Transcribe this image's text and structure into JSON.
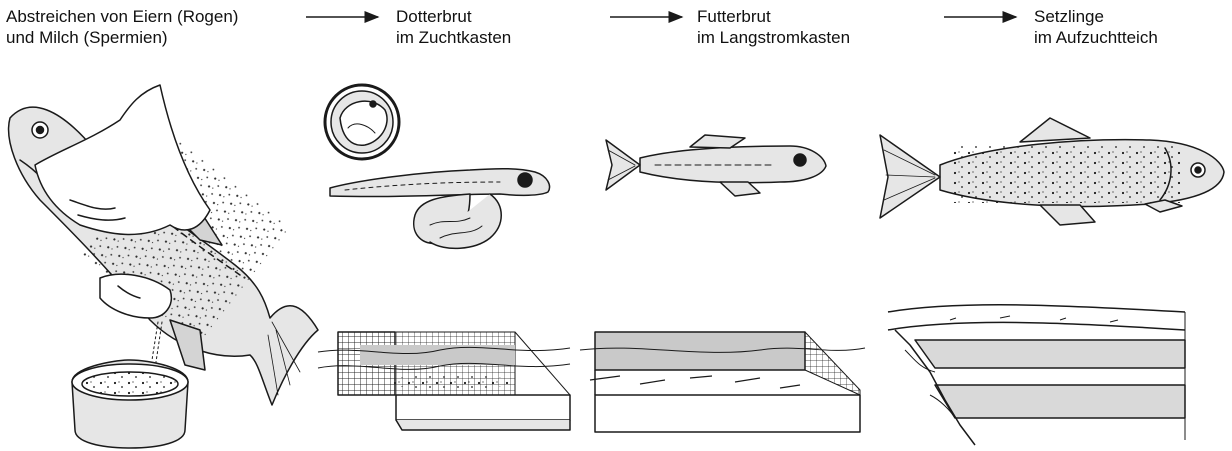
{
  "stages": [
    {
      "line1": "Abstreichen von Eiern (Rogen)",
      "line2": "und Milch (Spermien)"
    },
    {
      "line1": "Dotterbrut",
      "line2": "im Zuchtkasten"
    },
    {
      "line1": "Futterbrut",
      "line2": "im Langstromkasten"
    },
    {
      "line1": "Setzlinge",
      "line2": "im Aufzuchtteich"
    }
  ],
  "colors": {
    "ink": "#1a1a1a",
    "fish_fill": "#e6e6e6",
    "water": "#c9c9c9",
    "pond": "#d9d9d9"
  }
}
